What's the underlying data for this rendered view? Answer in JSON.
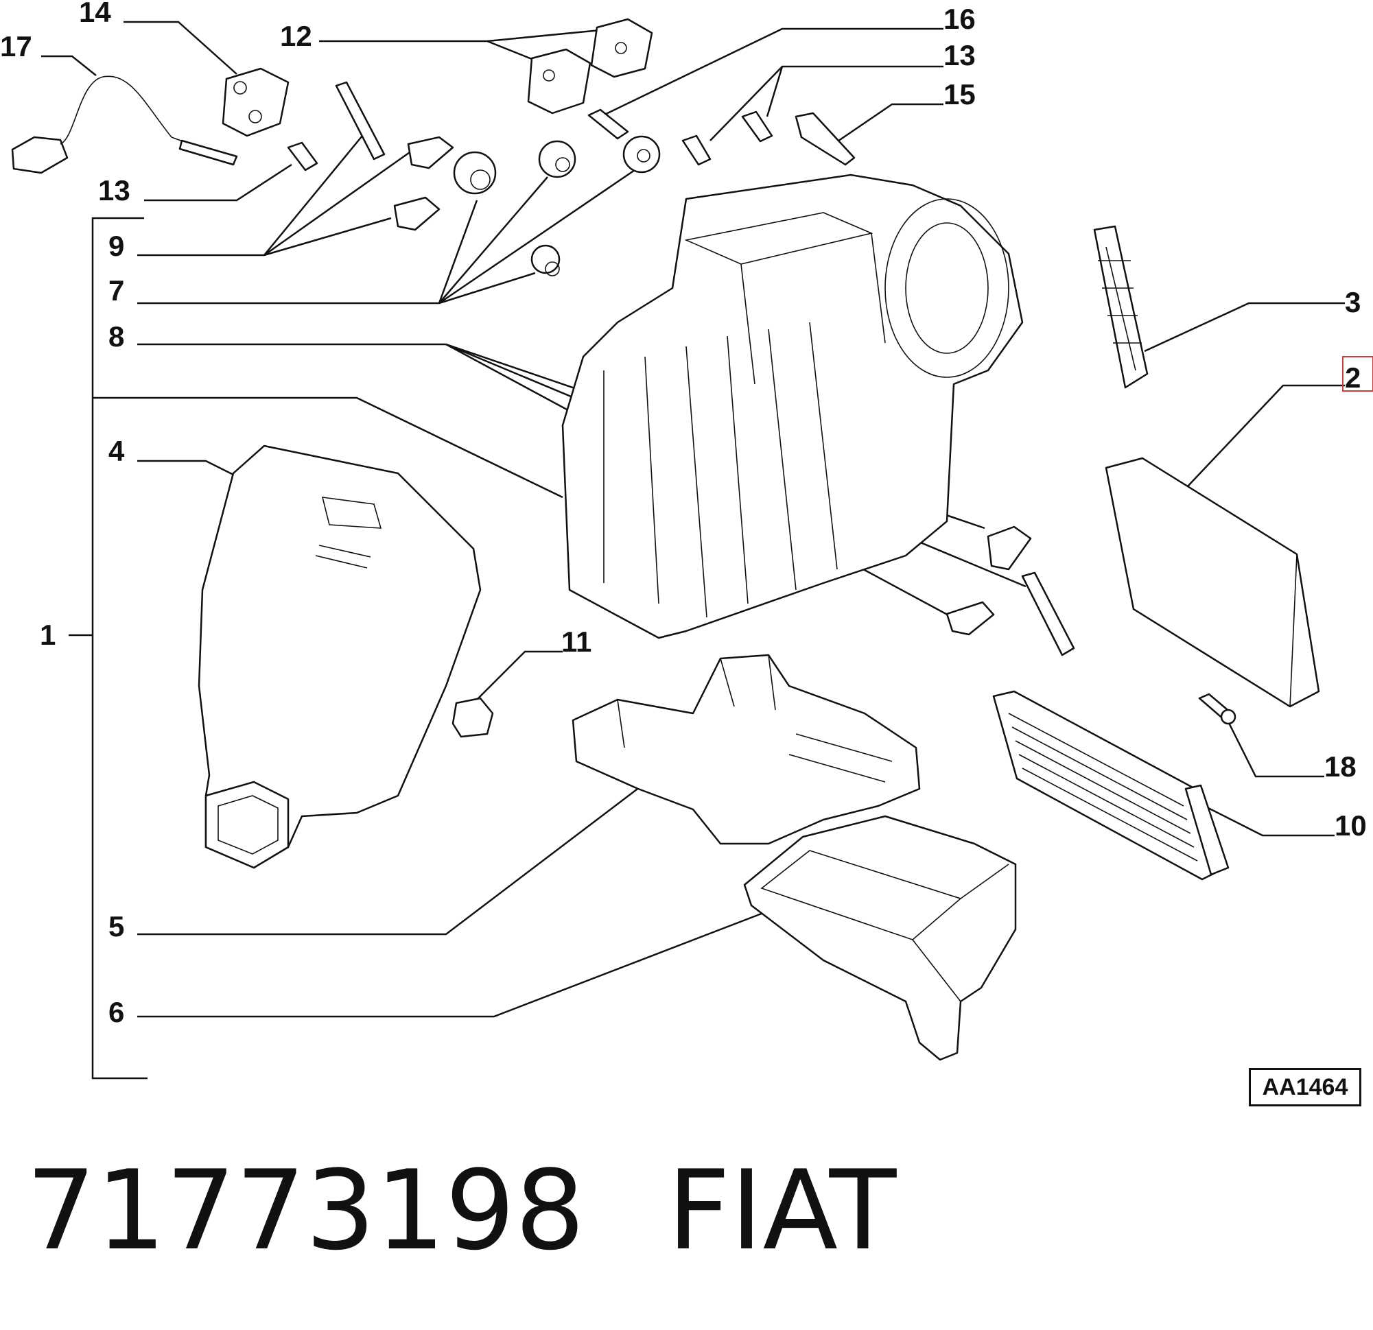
{
  "diagram": {
    "callouts": [
      "1",
      "2",
      "3",
      "4",
      "5",
      "6",
      "7",
      "8",
      "9",
      "10",
      "11",
      "12",
      "13",
      "13",
      "14",
      "15",
      "16",
      "17",
      "18"
    ],
    "reference_code": "AA1464"
  },
  "caption": {
    "part_number": "71773198",
    "brand": "FIAT"
  }
}
